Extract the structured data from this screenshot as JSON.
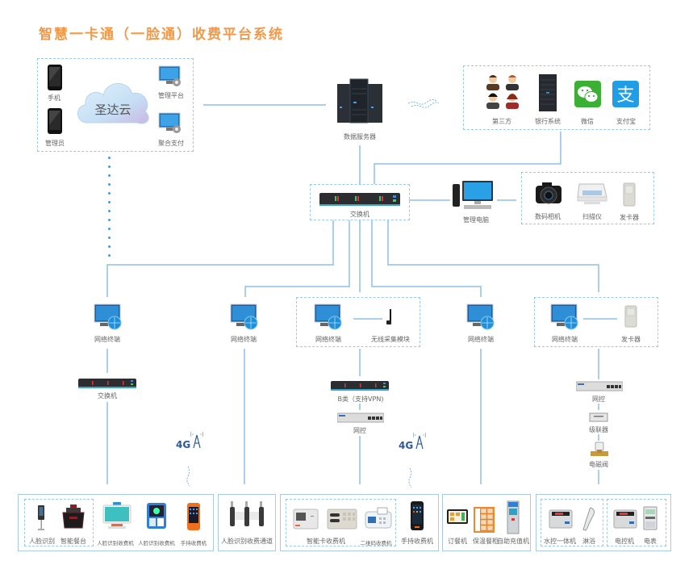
{
  "title": "智慧一卡通（一脸通）收费平台系统",
  "colors": {
    "title": "#ef9a4a",
    "line": "#8ec0e6",
    "dashed_border": "#9cc8ea"
  },
  "cloud_group": {
    "cloud_label": "圣达云",
    "items": {
      "phone": "手机",
      "admin": "管理员",
      "management_platform": "管理平台",
      "aggregate_payment": "聚合支付"
    }
  },
  "data_server": {
    "label": "数据服务器"
  },
  "third_party_group": {
    "items": {
      "third_party": "第三方",
      "bank_system": "银行系统",
      "wechat": "微信",
      "alipay": "支付宝"
    }
  },
  "core_switch": {
    "label": "交换机"
  },
  "admin_pc": {
    "label": "管理电脑"
  },
  "peripherals_group": {
    "items": {
      "camera": "数码相机",
      "scanner": "扫描仪",
      "card_issuer": "发卡器"
    }
  },
  "branches": {
    "b1": {
      "terminal": "网络终端",
      "switch": "交换机"
    },
    "b2": {
      "terminal": "网络终端"
    },
    "b3": {
      "terminal": "网络终端",
      "wireless": "无线采集模块",
      "vpn": "B类（支持VPN)",
      "netctl": "网控"
    },
    "b4": {
      "terminal": "网络终端"
    },
    "b5": {
      "terminal": "网络终端",
      "card_issuer": "发卡器",
      "netctl": "网控",
      "cascader": "级联器",
      "valve": "电磁阀"
    }
  },
  "network_4g": {
    "label": "4G"
  },
  "bottom": {
    "group1": {
      "face_recognition": "人脸识别",
      "smart_dining": "智能餐台",
      "face_pos_1": "人脸识别收费机",
      "face_pos_2": "人脸识别收费机",
      "handheld": "手持收费机"
    },
    "group2": {
      "face_gate": "人脸识别收费通道"
    },
    "group3": {
      "smart_card_pos": "智能卡收费机",
      "qr_pos": "二维码收费机",
      "handheld": "手持收费机"
    },
    "group4": {
      "ordering": "订餐机",
      "warming_cabinet": "保温餐柜",
      "self_recharge": "自助充值机"
    },
    "group5": {
      "water_ctl": "水控一体机",
      "shower": "淋浴",
      "power_ctl": "电控机",
      "meter": "电表"
    }
  }
}
